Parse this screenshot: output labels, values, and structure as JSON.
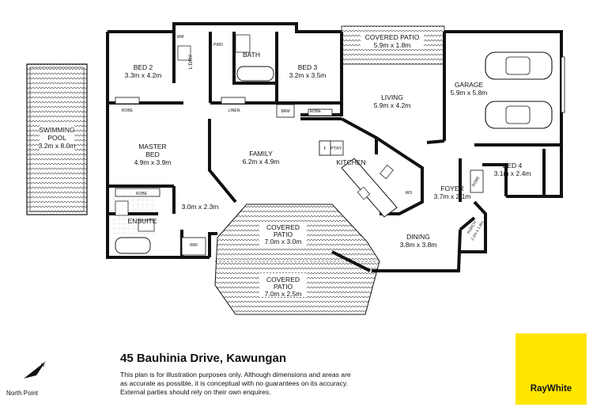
{
  "address": "45 Bauhinia Drive, Kawungan",
  "disclaimer": [
    "This plan is for illustration purposes only.  Although dimensions and areas are",
    "as accurate as possible, it is conceptual with no guarantees on its accuracy.",
    "External parties should rely on their own enquires."
  ],
  "north_label": "North Point",
  "north_letter": "N",
  "brand": "RayWhite",
  "brand_color": "#ffe600",
  "rooms": {
    "pool": {
      "name1": "SWIMMING",
      "name2": "POOL",
      "dim": "3.2m x 8.0m"
    },
    "bed2": {
      "name": "BED 2",
      "dim": "3.3m x 4.2m"
    },
    "wm": "WM",
    "ldry": "L'DRY",
    "pwd": "PWD",
    "bath": "BATH",
    "bed3": {
      "name": "BED 3",
      "dim": "3.2m x 3.5m"
    },
    "covered_patio_top": {
      "name": "COVERED PATIO",
      "dim": "5.9m x 1.8m"
    },
    "garage": {
      "name": "GARAGE",
      "dim": "5.9m x 5.8m"
    },
    "living": {
      "name": "LIVING",
      "dim": "5.9m x 4.2m"
    },
    "robe_bed2": "ROBE",
    "linen": "LINEN",
    "brm": "BRM",
    "robe_bed3": "ROBE",
    "master": {
      "name1": "MASTER",
      "name2": "BED",
      "dim": "4.9m x 3.9m"
    },
    "family": {
      "name": "FAMILY",
      "dim": "6.2m x 4.9m"
    },
    "fridge": "F",
    "pantry": "P'TRY",
    "kitchen": "KITCHEN",
    "wo": "WO",
    "bed4": {
      "name": "BED 4",
      "dim": "3.1m x 2.4m"
    },
    "robe_bed4": "ROBE",
    "foyer": {
      "name": "FOYER",
      "dim": "3.7m x 2.1m"
    },
    "robe_ensuite": "ROBE",
    "ensuite": "ENSUITE",
    "room_3x2": "3.0m x 2.3m",
    "wir": "WIR",
    "covered_patio_1": {
      "name1": "COVERED",
      "name2": "PATIO",
      "dim": "7.0m x 3.0m"
    },
    "covered_patio_2": {
      "name1": "COVERED",
      "name2": "PATIO",
      "dim": "7.0m x 2.5m"
    },
    "dining": {
      "name": "DINING",
      "dim": "3.8m x 3.8m"
    },
    "porch": {
      "name": "PORCH",
      "dim": "2.2m x 1.8m"
    }
  }
}
